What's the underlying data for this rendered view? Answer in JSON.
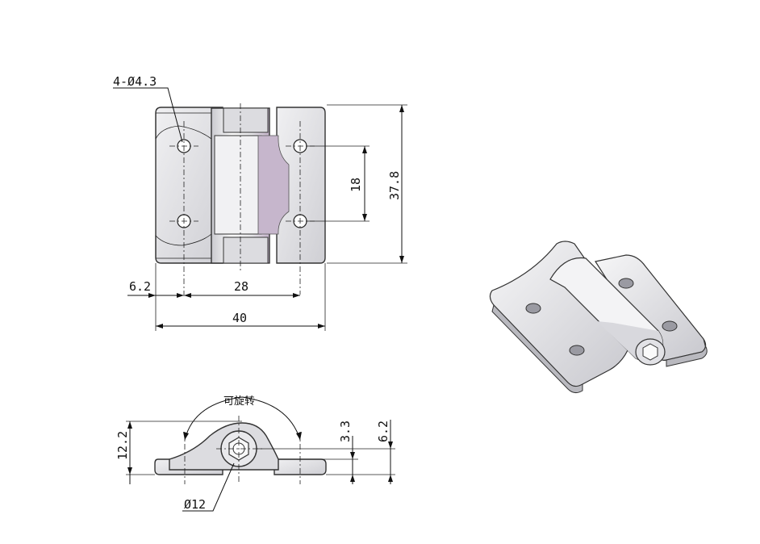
{
  "drawing": {
    "labels": {
      "holes": "4-Ø4.3",
      "height_total": "37.8",
      "hole_pitch_vertical": "18",
      "edge_offset": "6.2",
      "hole_pitch_horizontal": "28",
      "width_total": "40",
      "rotatable_note": "可旋转",
      "side_height": "12.2",
      "plate_thickness": "3.3",
      "pivot_height": "6.2",
      "knuckle_diameter": "Ø12"
    }
  },
  "colors": {
    "plate_fill": "#e3e3e6",
    "plate_shade": "#c9c9cf",
    "knuckle_highlight": "#f4f4f6",
    "knuckle_purple": "#c6b6cc",
    "line": "#111111"
  }
}
